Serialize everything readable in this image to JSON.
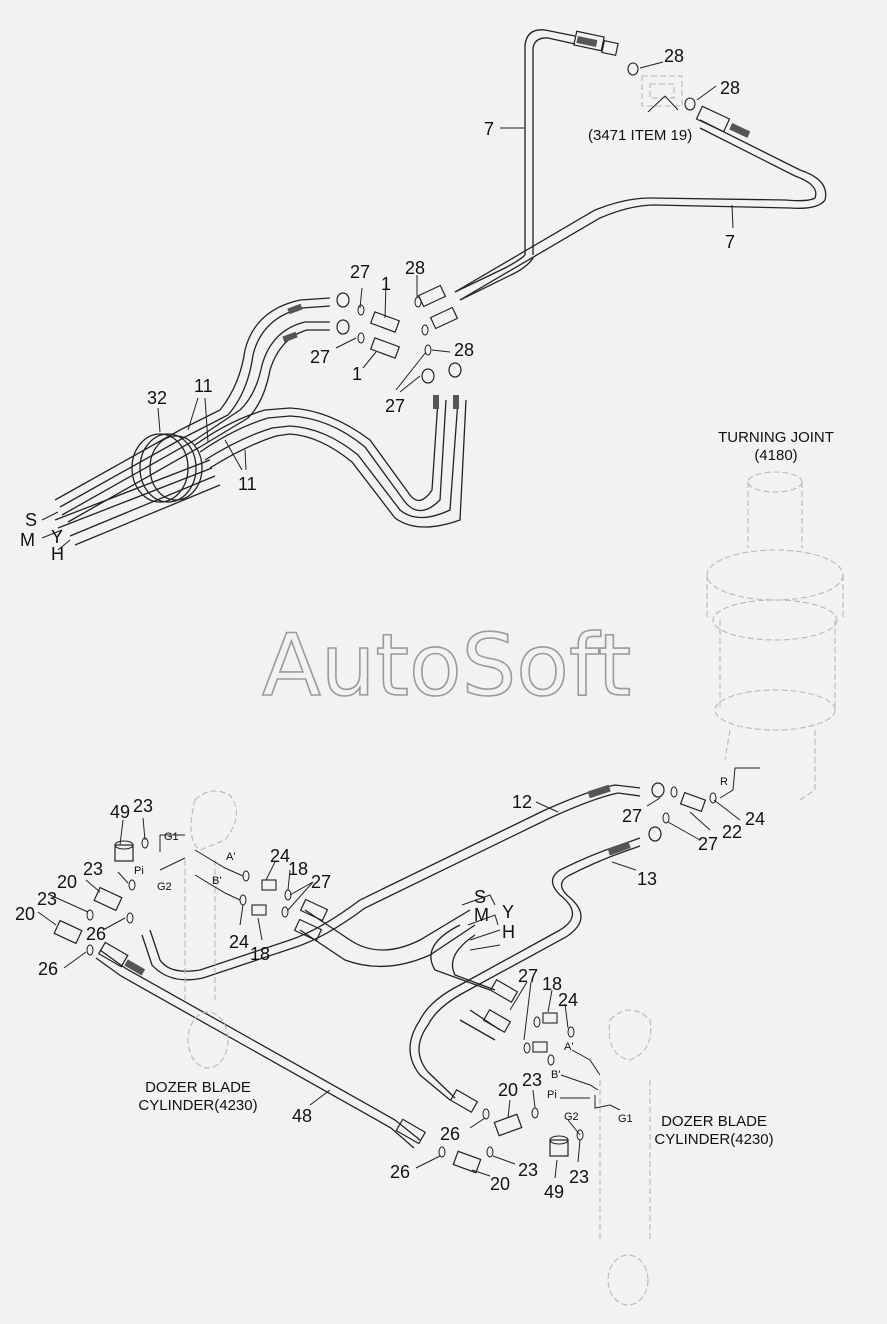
{
  "top_group": {
    "labels": {
      "hose_7_a": "7",
      "hose_7_b": "7",
      "oring_28_a": "28",
      "oring_28_b": "28",
      "oring_28_c": "28",
      "oring_28_d": "28",
      "ref_3471": "(3471 ITEM 19)",
      "oring_27_a": "27",
      "oring_27_b": "27",
      "oring_27_c": "27",
      "connector_1_a": "1",
      "connector_1_b": "1",
      "clamp_32": "32",
      "hose_11_a": "11",
      "hose_11_b": "11",
      "port_s": "S",
      "port_m": "M",
      "port_y": "Y",
      "port_h": "H"
    }
  },
  "turning_joint": {
    "title": "TURNING JOINT",
    "ref": "(4180)"
  },
  "watermark": "AutoSoft",
  "bottom_group": {
    "labels": {
      "hose_12": "12",
      "oring_27_r1": "27",
      "oring_27_r2": "27",
      "port_r": "R",
      "oring_24_r": "24",
      "tee_22": "22",
      "hose_13": "13",
      "plug_49_l": "49",
      "oring_23_l1": "23",
      "port_g1_l": "G1",
      "port_pi_l": "Pi",
      "port_g2_l": "G2",
      "port_a_l": "A'",
      "port_b_l": "B'",
      "oring_24_l1": "24",
      "conn_18_l1": "18",
      "oring_27_l": "27",
      "oring_24_l2": "24",
      "conn_18_l2": "18",
      "elbow_20_l1": "20",
      "oring_23_l2": "23",
      "oring_23_l3": "23",
      "elbow_20_l2": "20",
      "oring_26_l1": "26",
      "oring_26_l2": "26",
      "port_s2": "S",
      "port_m2": "M",
      "port_y2": "Y",
      "port_h2": "H",
      "oring_27_m": "27",
      "conn_18_m": "18",
      "oring_24_m": "24",
      "port_a_r": "A'",
      "port_b_r": "B'",
      "port_pi_r": "Pi",
      "elbow_20_m": "20",
      "oring_23_m": "23",
      "port_g2_r": "G2",
      "port_g1_r": "G1",
      "oring_26_m1": "26",
      "oring_26_m2": "26",
      "oring_23_m2": "23",
      "elbow_20_m2": "20",
      "plug_49_r": "49",
      "oring_23_r": "23",
      "hose_48": "48",
      "cyl_left_1": "DOZER BLADE",
      "cyl_left_2": "CYLINDER(4230)",
      "cyl_right_1": "DOZER BLADE",
      "cyl_right_2": "CYLINDER(4230)"
    }
  }
}
